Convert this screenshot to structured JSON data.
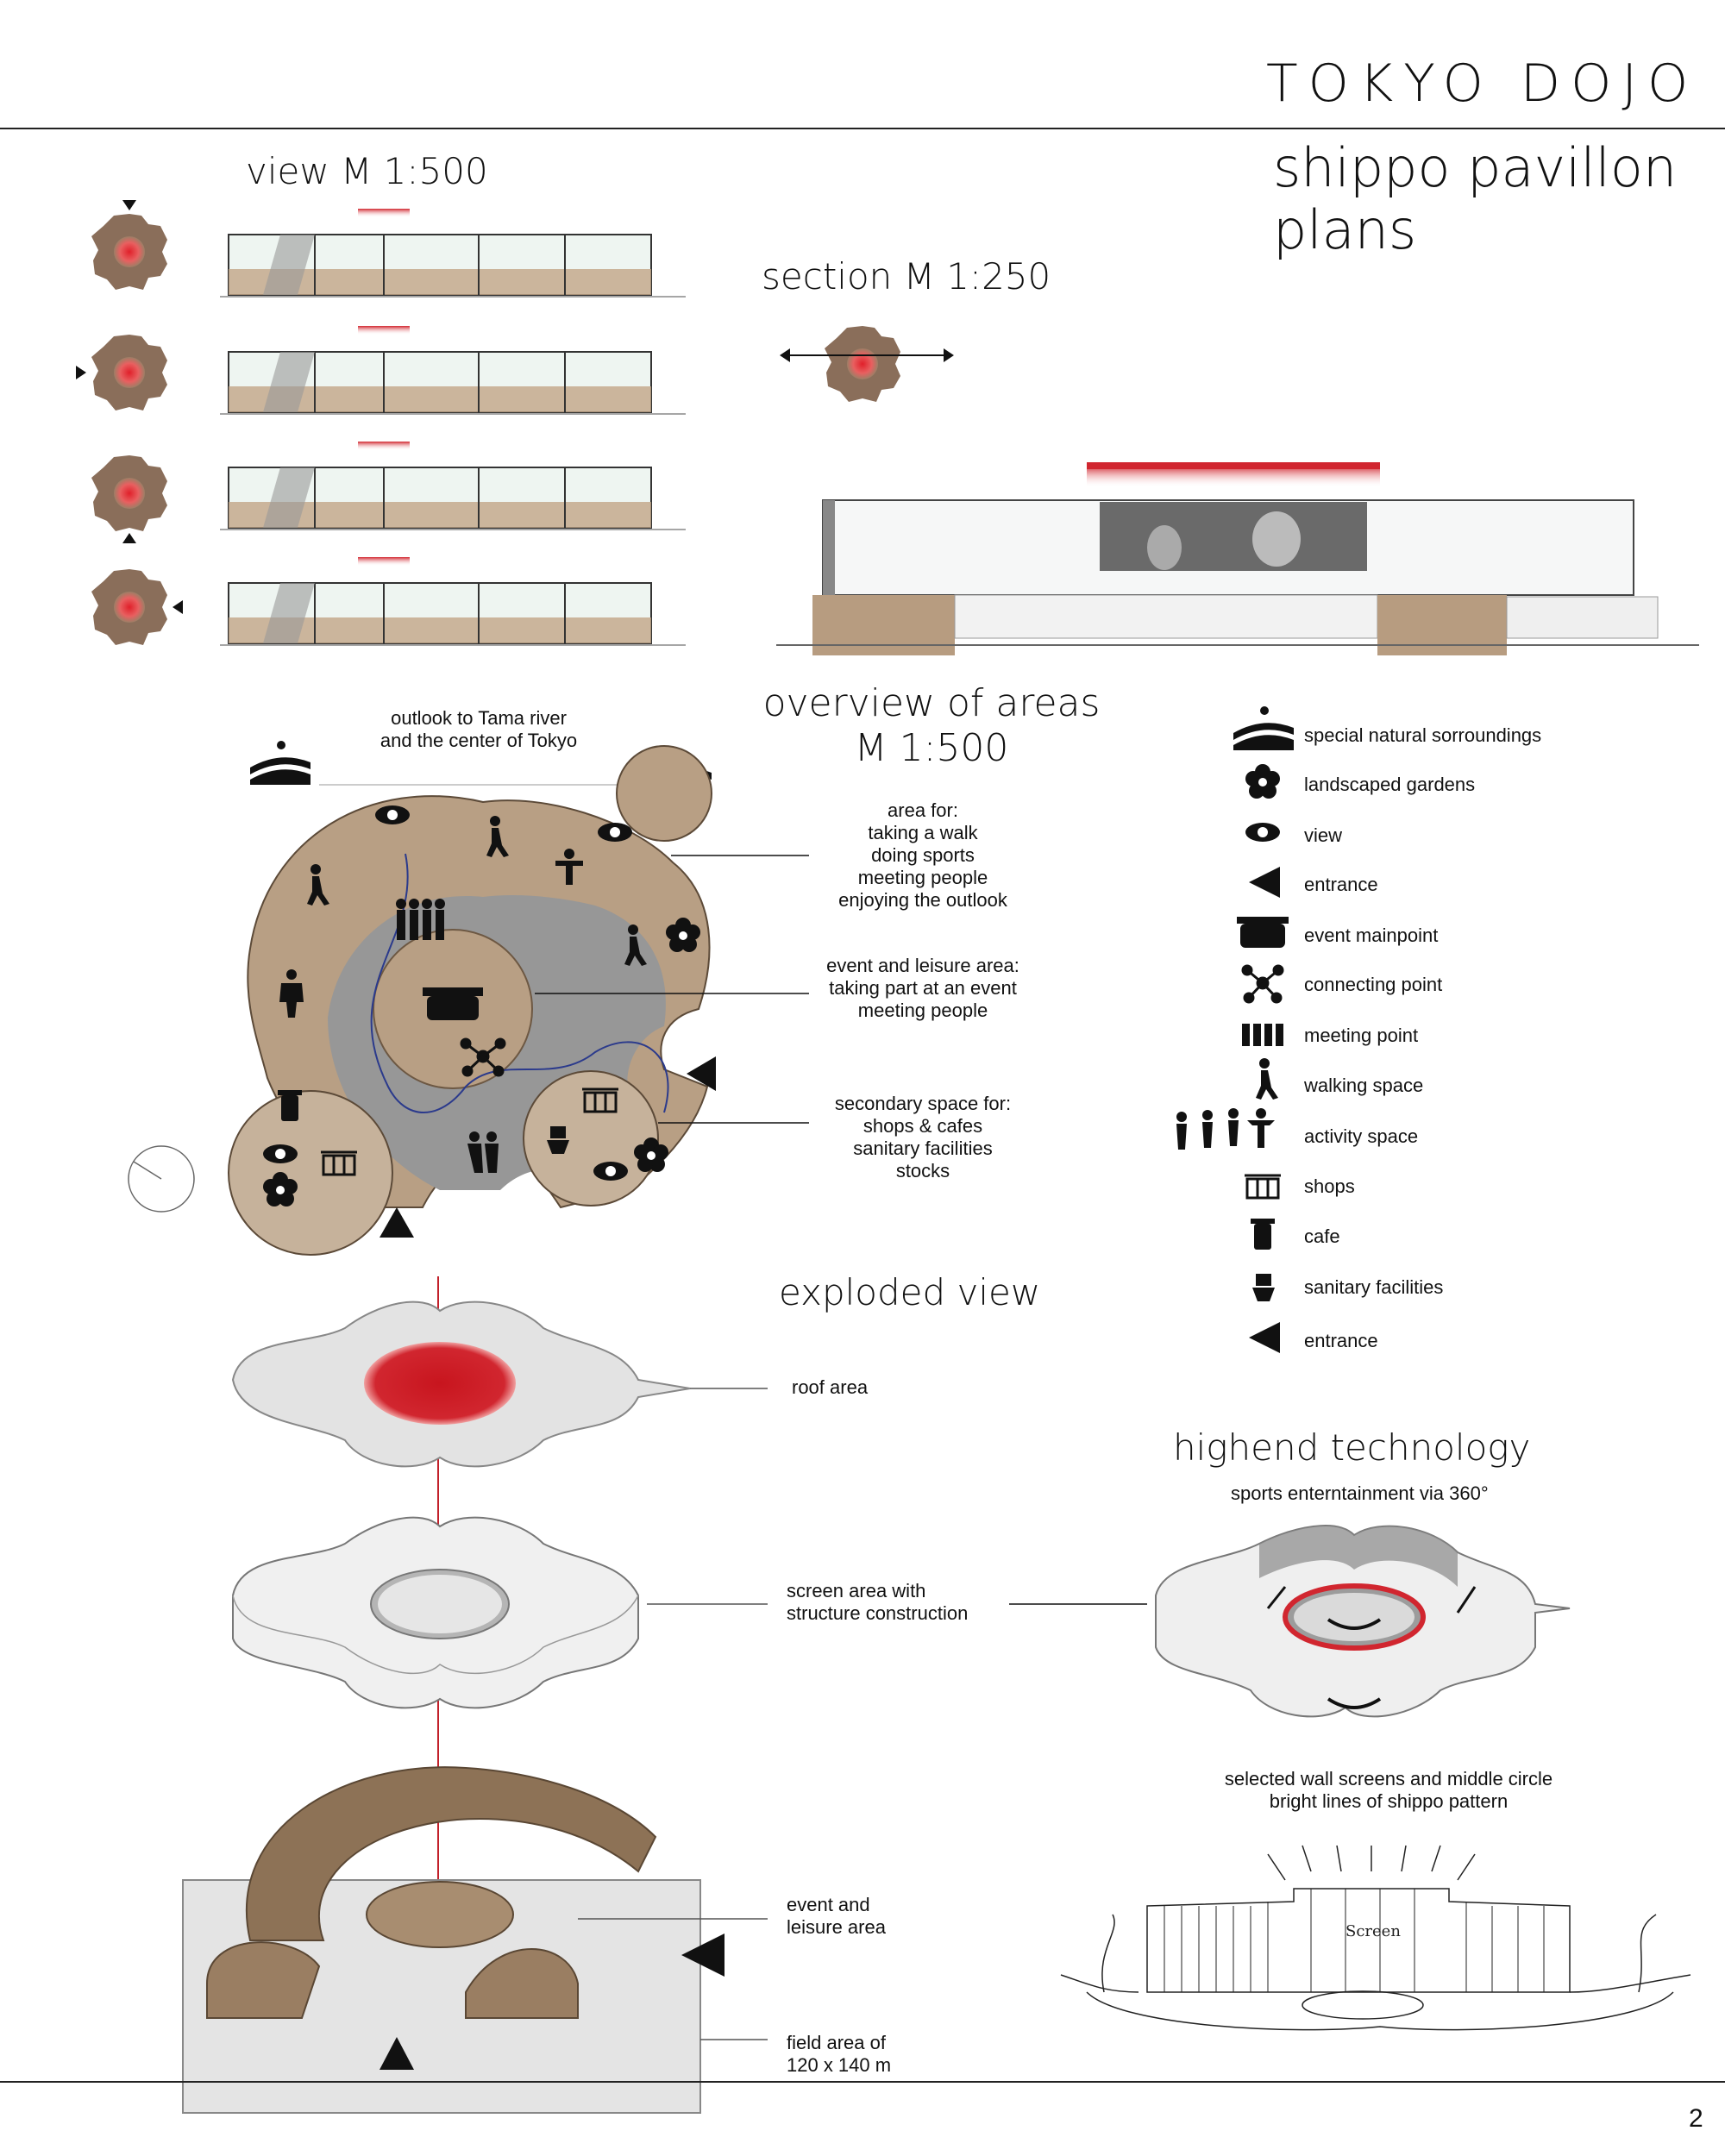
{
  "header": {
    "title": "TOKYO DOJO",
    "subtitle_line1": "shippo pavillon",
    "subtitle_line2": "plans",
    "page_number": "2"
  },
  "view": {
    "title": "view M 1:500"
  },
  "section": {
    "title": "section M 1:250"
  },
  "overview": {
    "title_line1": "overview of areas",
    "title_line2": "M 1:500",
    "outlook_line1": "outlook to Tama river",
    "outlook_line2": "and the center of Tokyo",
    "area_lines": [
      "area for:",
      "taking a walk",
      "doing sports",
      "meeting people",
      "enjoying the outlook"
    ],
    "event_lines": [
      "event and leisure area:",
      "taking part at an event",
      "meeting people"
    ],
    "secondary_lines": [
      "secondary space for:",
      "shops & cafes",
      "sanitary facilities",
      "stocks"
    ]
  },
  "legend": [
    {
      "icon": "landscape-icon",
      "label": "special natural sorroundings"
    },
    {
      "icon": "flower-icon",
      "label": "landscaped gardens"
    },
    {
      "icon": "eye-icon",
      "label": "view"
    },
    {
      "icon": "entrance-triangle-icon",
      "label": "entrance"
    },
    {
      "icon": "stadium-icon",
      "label": "event mainpoint"
    },
    {
      "icon": "network-icon",
      "label": "connecting point"
    },
    {
      "icon": "people-group-icon",
      "label": "meeting point"
    },
    {
      "icon": "walking-person-icon",
      "label": "walking space"
    },
    {
      "icon": "activity-people-icon",
      "label": "activity space"
    },
    {
      "icon": "basket-icon",
      "label": "shops"
    },
    {
      "icon": "cup-icon",
      "label": "cafe"
    },
    {
      "icon": "toilet-icon",
      "label": "sanitary facilities"
    },
    {
      "icon": "entrance-triangle-icon",
      "label": "entrance"
    }
  ],
  "exploded": {
    "title": "exploded view",
    "roof": "roof area",
    "screen_line1": "screen area with",
    "screen_line2": "structure construction",
    "event_line1": "event and",
    "event_line2": "leisure area",
    "field_line1": "field area of",
    "field_line2": "120 x 140 m"
  },
  "tech": {
    "title": "highend technology",
    "subtitle": "sports enterntainment via 360°",
    "note_line1": "selected wall screens and middle circle",
    "note_line2": "bright lines of shippo pattern",
    "sketch_label": "Screen"
  },
  "colors": {
    "red": "#d1262f",
    "tan": "#b39a7e",
    "darktan": "#8a6e52",
    "gray": "#9a9a9a",
    "glass": "#e8f2ee"
  }
}
